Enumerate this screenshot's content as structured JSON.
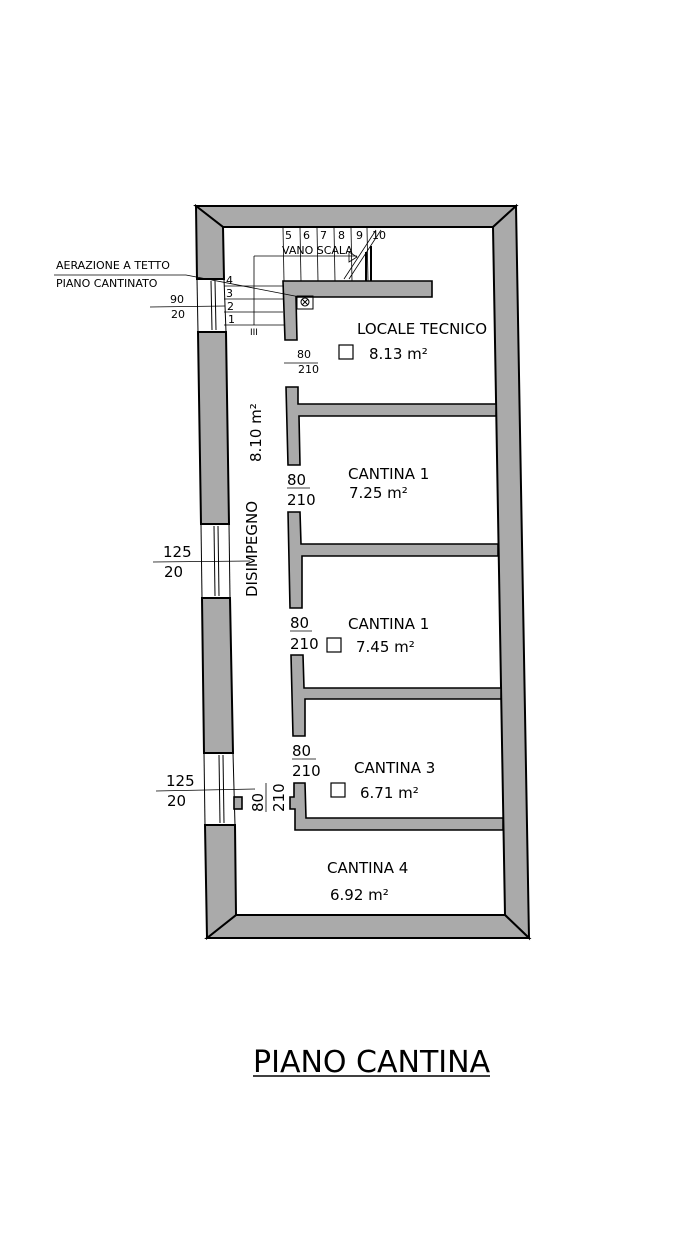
{
  "title": "PIANO CANTINA",
  "colors": {
    "wall": "#aaaaaa",
    "line": "#000000",
    "background": "#ffffff"
  },
  "rooms": {
    "locale_tecnico": {
      "name": "LOCALE TECNICO",
      "area": "8.13 m²"
    },
    "cantina_1a": {
      "name": "CANTINA 1",
      "area": "7.25 m²"
    },
    "cantina_1b": {
      "name": "CANTINA 1",
      "area": "7.45 m²"
    },
    "cantina_3": {
      "name": "CANTINA 3",
      "area": "6.71 m²"
    },
    "cantina_4": {
      "name": "CANTINA 4",
      "area": "6.92 m²"
    },
    "disimpegno": {
      "name": "DISIMPEGNO",
      "area": "8.10 m²"
    }
  },
  "stair": {
    "label": "VANO SCALA",
    "steps_upper": [
      "5",
      "6",
      "7",
      "8",
      "9",
      "10"
    ],
    "steps_lower": [
      "4",
      "3",
      "2",
      "1"
    ],
    "mark": "III"
  },
  "aeration": {
    "line1": "AERAZIONE A TETTO",
    "line2": "PIANO CANTINATO"
  },
  "windows": [
    {
      "width": "90",
      "height": "20"
    },
    {
      "width": "125",
      "height": "20"
    },
    {
      "width": "125",
      "height": "20"
    }
  ],
  "doors": [
    {
      "width": "80",
      "height": "210"
    },
    {
      "width": "80",
      "height": "210"
    },
    {
      "width": "80",
      "height": "210"
    },
    {
      "width": "80",
      "height": "210"
    },
    {
      "width": "80",
      "height": "210"
    }
  ]
}
